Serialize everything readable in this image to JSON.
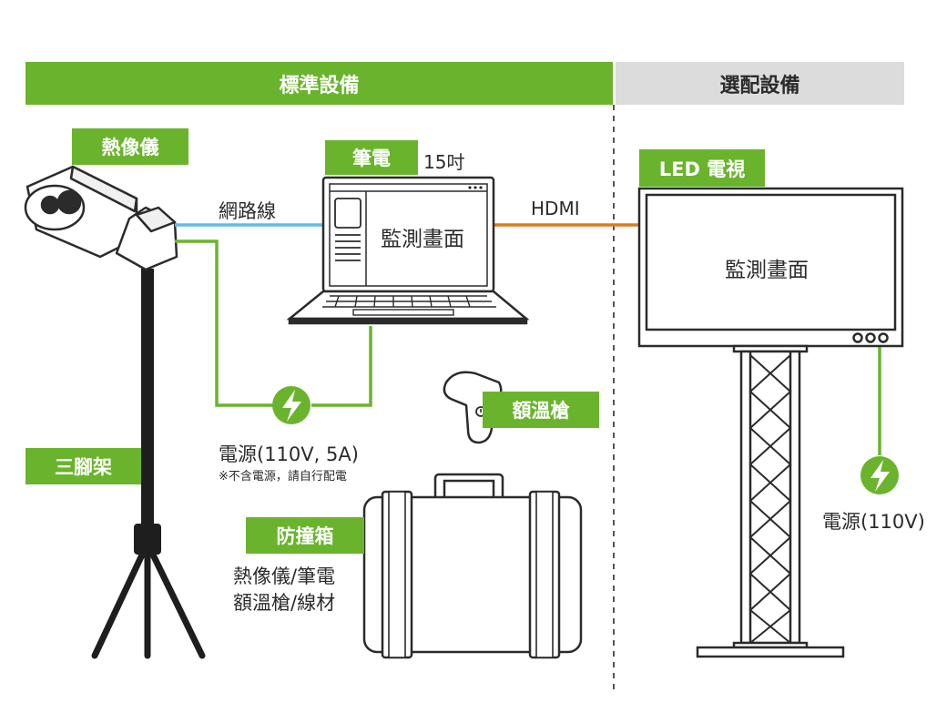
{
  "colors": {
    "green": "#6ab42d",
    "grey_banner": "#dcdcdc",
    "ethernet": "#5fbde8",
    "hdmi": "#e07a1a",
    "power_line": "#6ab42d",
    "outline": "#2b2b2b"
  },
  "banners": {
    "standard": "標準設備",
    "optional": "選配設備"
  },
  "tags": {
    "thermal_camera": "熱像儀",
    "laptop": "筆電",
    "led_tv": "LED 電視",
    "forehead_gun": "額溫槍",
    "tripod": "三腳架",
    "case": "防撞箱"
  },
  "labels": {
    "laptop_size": "15吋",
    "network_cable": "網路線",
    "hdmi": "HDMI",
    "laptop_screen": "監測畫面",
    "tv_screen": "監測畫面",
    "power_main": "電源(110V, 5A)",
    "power_note": "※不含電源，請自行配電",
    "case_contents_line1": "熱像儀/筆電",
    "case_contents_line2": "額溫槍/線材",
    "power_tv": "電源(110V)"
  },
  "icons": {
    "power": "lightning-bolt-icon"
  }
}
